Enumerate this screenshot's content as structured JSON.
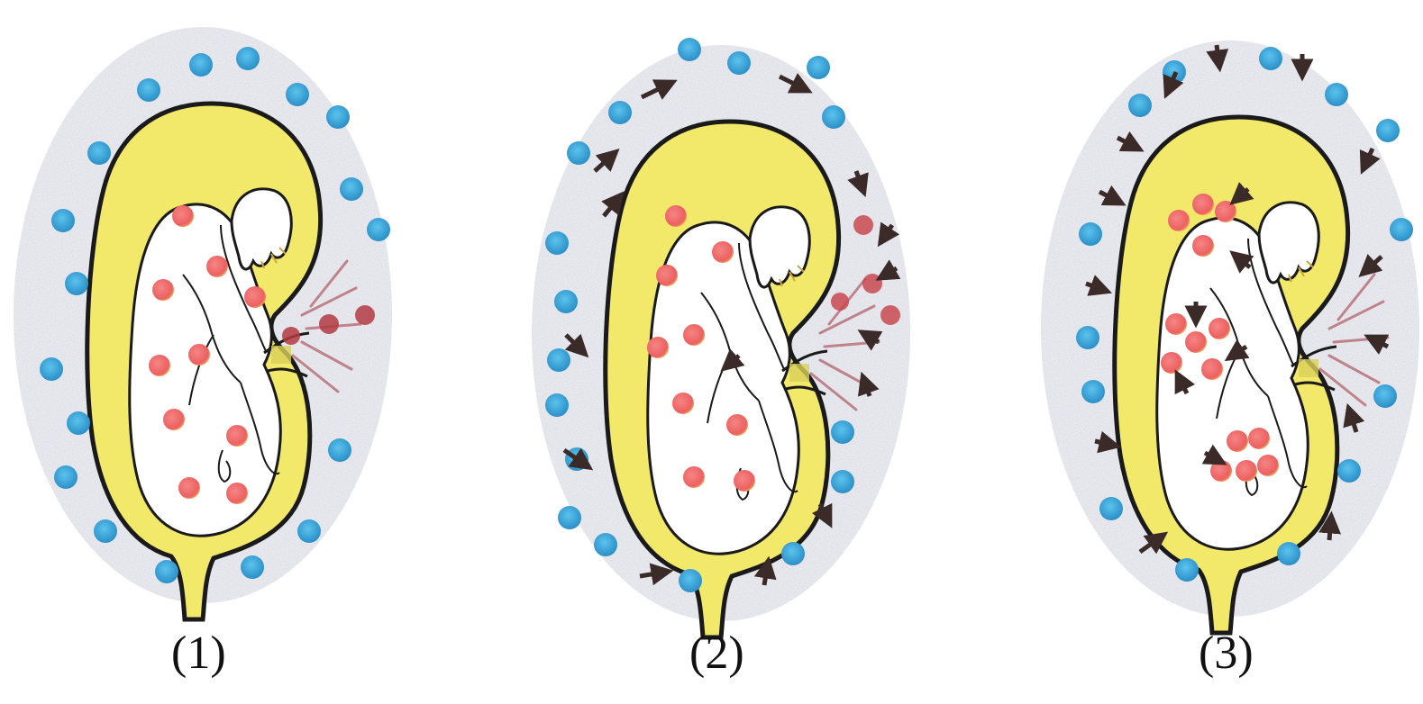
{
  "panels": [
    {
      "id": "panel-1",
      "caption": "(1)",
      "arrows": false,
      "clusteredDots": false
    },
    {
      "id": "panel-2",
      "caption": "(2)",
      "arrows": true,
      "clusteredDots": false
    },
    {
      "id": "panel-3",
      "caption": "(3)",
      "arrows": true,
      "clusteredDots": true
    }
  ],
  "colors": {
    "seed_coat": "#f3ea6e",
    "outline": "#1a1a1a",
    "outer_dot": "#2a9fd6",
    "inner_dot": "#ef6b6b",
    "haze": "#c9ccd6",
    "arrow": "#3a2a28"
  }
}
